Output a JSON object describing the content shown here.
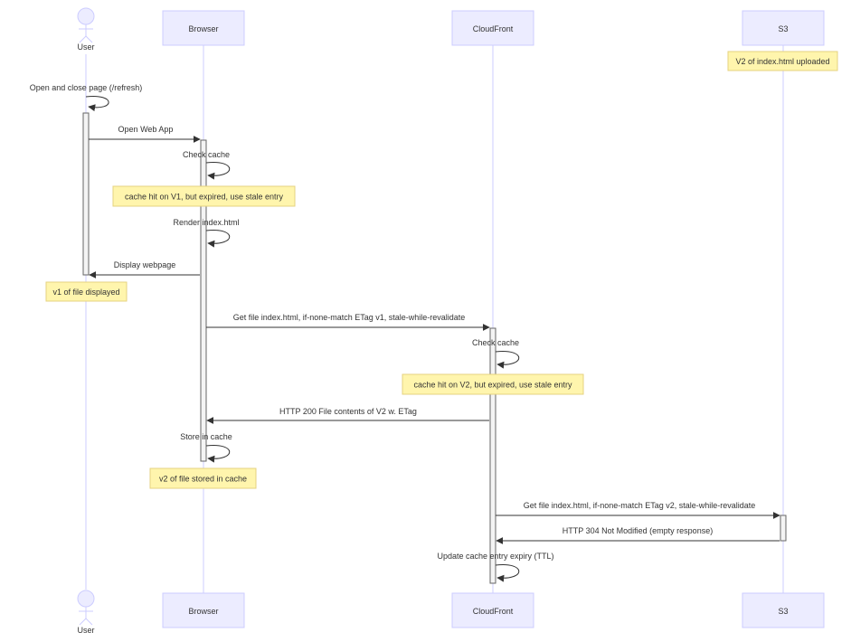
{
  "participants": {
    "user": "User",
    "browser": "Browser",
    "cloudfront": "CloudFront",
    "s3": "S3"
  },
  "messages": {
    "open_close": "Open and close page (/refresh)",
    "open_app": "Open Web App",
    "check_cache_browser": "Check cache",
    "render": "Render index.html",
    "display": "Display webpage",
    "get_v1": "Get file index.html, if-none-match ETag v1, stale-while-revalidate",
    "check_cache_cf": "Check cache",
    "http200": "HTTP 200 File contents of V2 w. ETag",
    "store": "Store in cache",
    "get_v2": "Get file index.html, if-none-match ETag v2, stale-while-revalidate",
    "http304": "HTTP 304 Not Modified (empty response)",
    "update_ttl": "Update cache entry expiry (TTL)"
  },
  "notes": {
    "v2_uploaded": "V2 of index.html uploaded",
    "cache_hit_v1": "cache hit on V1, but expired, use stale entry",
    "v1_displayed": "v1 of file displayed",
    "cache_hit_v2": "cache hit on V2, but expired, use stale entry",
    "v2_stored": "v2 of file stored in cache"
  },
  "colors": {
    "participant_fill": "#ECECFF",
    "participant_stroke": "#CCCCFF",
    "note_fill": "#FFF5AD",
    "note_stroke": "#E6D280",
    "lifeline": "#CCCCFF",
    "activation_fill": "#F4F4F4",
    "activation_stroke": "#666666",
    "arrow": "#333333"
  }
}
